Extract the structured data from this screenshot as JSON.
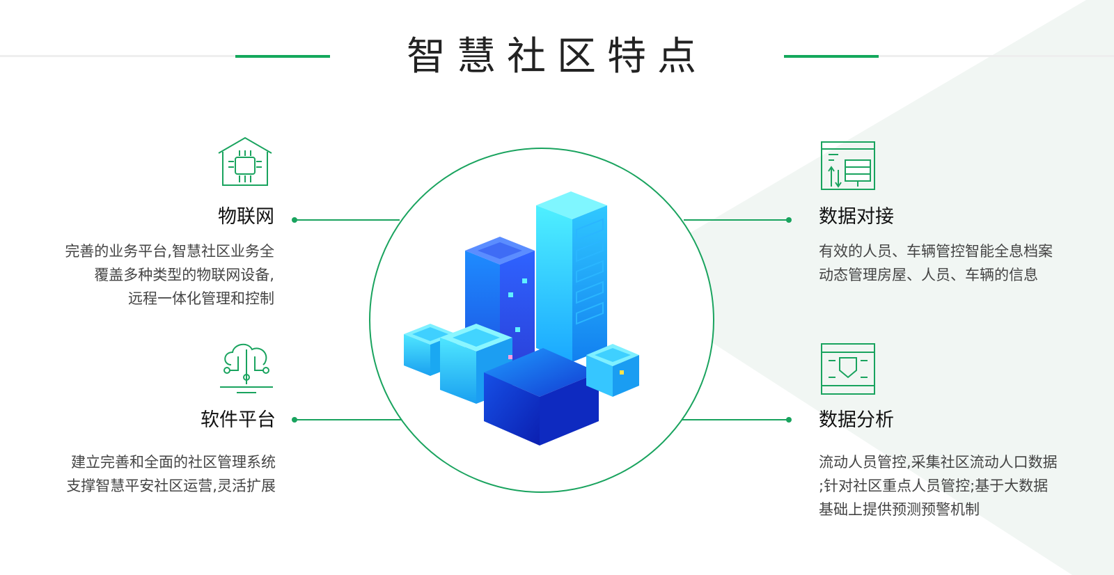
{
  "title": "智慧社区特点",
  "colors": {
    "accent": "#19a35e",
    "title_text": "#222222",
    "body_text": "#444444",
    "background_shade": "#eef4f1"
  },
  "features": [
    {
      "id": "iot",
      "icon": "house-chip-icon",
      "title": "物联网",
      "lines": [
        "完善的业务平台,智慧社区业务全",
        "覆盖多种类型的物联网设备,",
        "远程一体化管理和控制"
      ]
    },
    {
      "id": "software",
      "icon": "cloud-network-icon",
      "title": "软件平台",
      "lines": [
        "建立完善和全面的社区管理系统",
        "支撑智慧平安社区运营,灵活扩展"
      ]
    },
    {
      "id": "data-connect",
      "icon": "data-exchange-icon",
      "title": "数据对接",
      "lines": [
        "有效的人员、车辆管控智能全息档案",
        "动态管理房屋、人员、车辆的信息"
      ]
    },
    {
      "id": "data-analysis",
      "icon": "shield-board-icon",
      "title": "数据分析",
      "lines": [
        "流动人员管控,采集社区流动人口数据",
        ";针对社区重点人员管控;基于大数据",
        "基础上提供预测预警机制"
      ]
    }
  ]
}
